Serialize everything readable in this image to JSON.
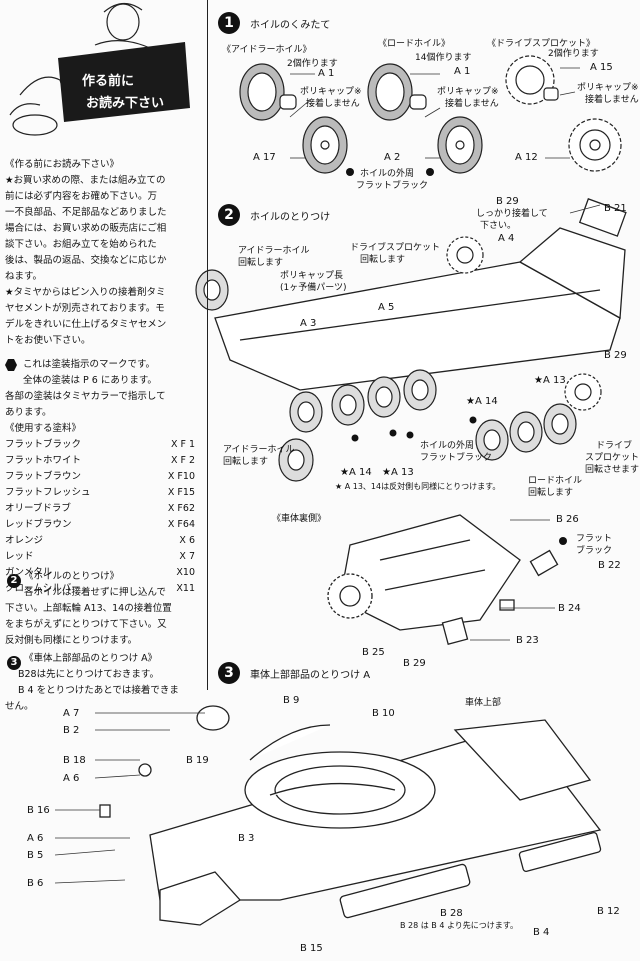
{
  "header": {
    "sign_line1": "作る前に",
    "sign_line2": "お読み下さい"
  },
  "notes": {
    "title": "《作る前にお読み下さい》",
    "lines": [
      "★お買い求めの際、または組み立ての",
      "前には必ず内容をお確め下さい。万",
      "一不良部品、不足部品などありました",
      "場合には、お買い求めの販売店にご相",
      "談下さい。お組み立てを始められた",
      "後は、製品の返品、交換などに応じか",
      "ねます。",
      "★タミヤからはピン入りの接着剤タミ",
      "ヤセメントが別売されております。モ",
      "デルをきれいに仕上げるタミヤセメン",
      "トをお使い下さい。"
    ],
    "paint_mark_lines": [
      "これは塗装指示のマークです。",
      "全体の塗装は P 6 にあります。",
      "各部の塗装はタミヤカラーで指示して",
      "あります。"
    ],
    "paints_title": "《使用する塗料》",
    "paints": [
      {
        "name": "フラットブラック",
        "code": "X F 1"
      },
      {
        "name": "フラットホワイト",
        "code": "X F 2"
      },
      {
        "name": "フラットブラウン",
        "code": "X F10"
      },
      {
        "name": "フラットフレッシュ",
        "code": "X F15"
      },
      {
        "name": "オリーブドラブ",
        "code": "X F62"
      },
      {
        "name": "レッドブラウン",
        "code": "X F64"
      },
      {
        "name": "オレンジ",
        "code": "X  6"
      },
      {
        "name": "レッド",
        "code": "X  7"
      },
      {
        "name": "ガンメタル",
        "code": "X10"
      },
      {
        "name": "クロームシルバー",
        "code": "X11"
      }
    ],
    "step2_num": "2",
    "step2_title": "《ホイルのとりつけ》",
    "step2_lines": [
      "各ホイルは接着せずに押し込んで",
      "下さい。上部転輪 A13、14の接着位置",
      "をまちがえずにとりつけて下さい。又",
      "反対側も同様にとりつけます。"
    ],
    "step3_num": "3",
    "step3_title": "《車体上部部品のとりつけ A》",
    "step3_lines": [
      "B28は先にとりつけておきます。",
      "B 4 をとりつけたあとでは接着できま",
      "せん。"
    ]
  },
  "steps": {
    "s1": {
      "num": "1",
      "title": "ホイルのくみたて"
    },
    "s2": {
      "num": "2",
      "title": "ホイルのとりつけ"
    },
    "s3": {
      "num": "3",
      "title": "車体上部部品のとりつけ  A"
    }
  },
  "labels": {
    "idler_wheel": "《アイドラーホイル》",
    "road_wheel": "《ロードホイル》",
    "drive_sprocket": "《ドライブスプロケット》",
    "make2": "2個作ります",
    "make14": "14個作ります",
    "make2b": "2個作ります",
    "polycap1": "ポリキャップ※",
    "polycap1b": "接着しません",
    "polycap2": "ポリキャップ※",
    "polycap2b": "接着しません",
    "polycap3": "ポリキャップ※",
    "polycap3b": "接着しません",
    "outer_wheel": "ホイルの外周",
    "flat_black": "フラットブラック",
    "A1a": "A 1",
    "A17": "A 17",
    "A1b": "A 1",
    "A2": "A 2",
    "A15": "A 15",
    "A12": "A 12",
    "B29a": "B 29",
    "glue_firmly1": "しっかり接着して",
    "glue_firmly2": "下さい。",
    "B21": "B 21",
    "idler_rot1": "アイドラーホイル",
    "idler_rot2": "回転します",
    "sprocket_rot1": "ドライブスプロケット",
    "sprocket_rot2": "回転します",
    "A4": "A 4",
    "polycap_long1": "ポリキャップ長",
    "polycap_long2": "(1ヶ予備パーツ)",
    "A5": "A 5",
    "A3": "A 3",
    "B29b": "B 29",
    "A13a": "★A 13",
    "A14a": "★A 14",
    "idler_rot3": "アイドラーホイル",
    "idler_rot4": "回転します",
    "outer_wheel2": "ホイルの外周",
    "flat_black2": "フラットブラック",
    "drive_rot1": "ドライブ",
    "drive_rot2": "スプロケット",
    "drive_rot3": "回転させます",
    "A14b": "★A 14",
    "A13b": "★A 13",
    "road_rot1": "ロードホイル",
    "road_rot2": "回転します",
    "mirror_note": "★ A 13、14は反対側も同様にとりつけます。",
    "hull_bottom": "《車体裏側》",
    "B26": "B 26",
    "flat_black3a": "フラット",
    "flat_black3b": "ブラック",
    "B22": "B 22",
    "B24": "B 24",
    "B23": "B 23",
    "B25": "B 25",
    "B29c": "B 29",
    "A7": "A 7",
    "B2": "B 2",
    "B18": "B 18",
    "A6a": "A 6",
    "B16": "B 16",
    "A6b": "A 6",
    "B5": "B 5",
    "B6": "B 6",
    "B19": "B 19",
    "B3": "B 3",
    "B9": "B 9",
    "B10": "B 10",
    "hull_upper": "車体上部",
    "B28": "B 28",
    "B15": "B 15",
    "B4": "B 4",
    "B12": "B 12",
    "b28_note": "B 28 は B 4 より先につけます。"
  }
}
